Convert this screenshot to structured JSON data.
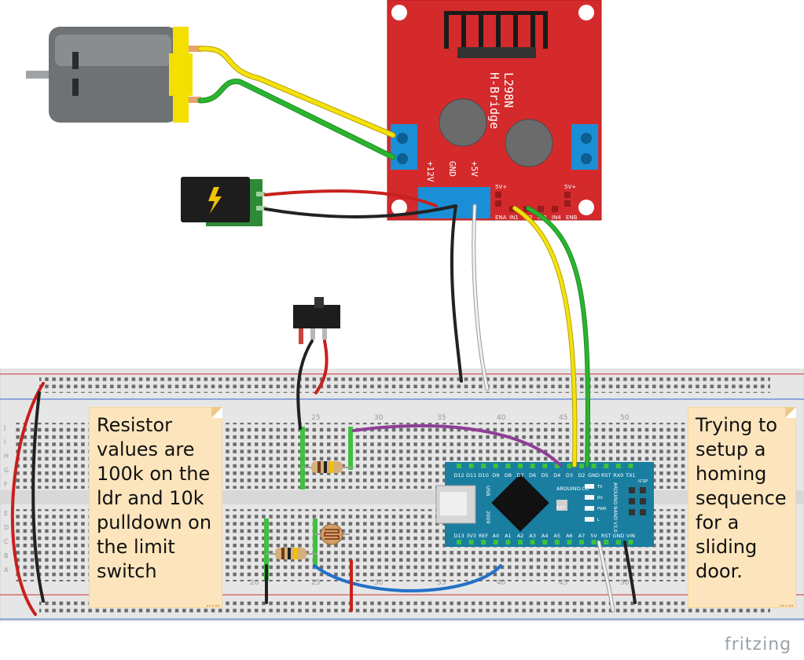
{
  "notes": {
    "left": "Resistor values are 100k on the ldr and 10k pulldown on the limit switch",
    "right": "Trying to setup a homing sequence for a sliding door."
  },
  "hbridge": {
    "title": "L298N",
    "subtitle": "H-Bridge",
    "pins_power": [
      "+12V",
      "GND",
      "+5V"
    ],
    "header_labels": [
      "5V+",
      "5V+"
    ],
    "control_labels": [
      "ENA",
      "IN1",
      "IN2",
      "IN3",
      "IN4",
      "ENB"
    ]
  },
  "arduino": {
    "top_pins": [
      "D12",
      "D11",
      "D10",
      "D9",
      "D8",
      "D7",
      "D6",
      "D5",
      "D4",
      "D3",
      "D2",
      "GND",
      "RST",
      "RX0",
      "TX1"
    ],
    "bottom_pins": [
      "D13",
      "3V3",
      "REF",
      "A0",
      "A1",
      "A2",
      "A3",
      "A4",
      "A5",
      "A6",
      "A7",
      "5V",
      "RST",
      "GND",
      "VIN"
    ],
    "brand": "ARDUINO.CC",
    "model": "ARDUINO NANO V3.0",
    "year": "2009",
    "usb": "USB",
    "icsp": "ICSP",
    "led_labels": [
      "TX",
      "RX",
      "PWR",
      "L"
    ],
    "rst": "RST"
  },
  "breadboard": {
    "column_numbers_top": [
      "25",
      "30",
      "35",
      "40",
      "45",
      "50"
    ],
    "column_numbers_bottom": [
      "20",
      "25",
      "30",
      "35",
      "40",
      "45",
      "50"
    ],
    "row_letters": [
      "J",
      "I",
      "H",
      "G",
      "F",
      "E",
      "D",
      "C",
      "B",
      "A"
    ]
  },
  "brand": "fritzing",
  "colors": {
    "hbridge": "#d42a2c",
    "arduino": "#1a7ea0",
    "note": "#fce5bd",
    "wire_red": "#c8201c",
    "wire_black": "#222222",
    "wire_yellow": "#f5e20d",
    "wire_green": "#2ab52f",
    "wire_purple": "#8e3f96",
    "wire_blue": "#2270c8",
    "wire_white": "#eeeeee"
  }
}
